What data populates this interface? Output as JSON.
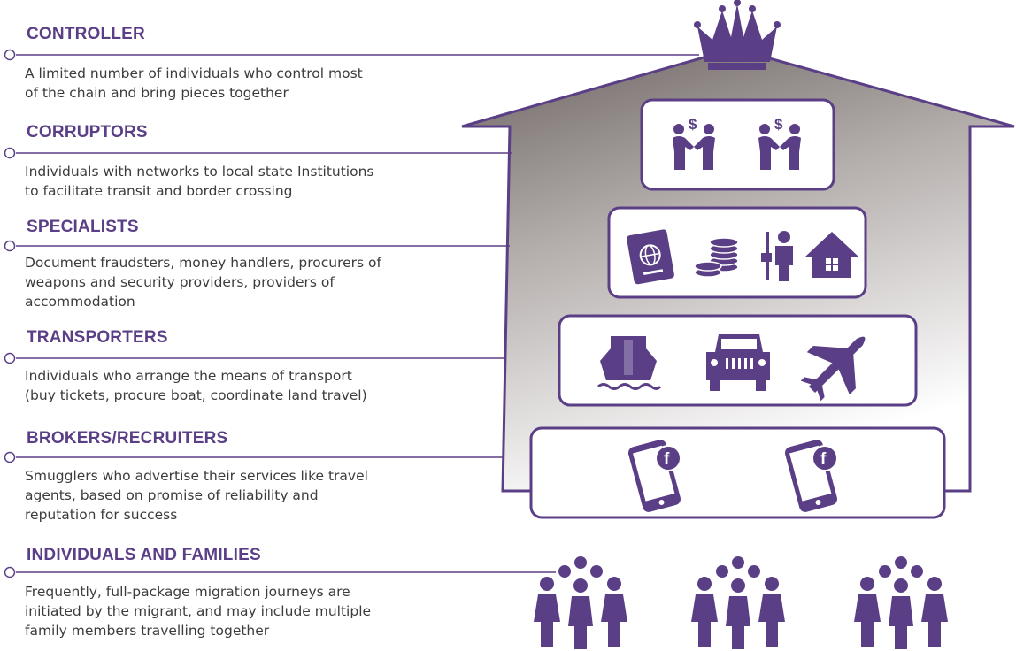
{
  "colors": {
    "purple": "#5b3f86",
    "text": "#3c3c3c",
    "house_gradient_top": "#6c6462",
    "house_gradient_bottom": "#ffffff"
  },
  "tiers": [
    {
      "title": "CONTROLLER",
      "description": [
        "A limited number of individuals who control most",
        "of the chain and bring pieces together"
      ],
      "icons": [
        "crown-icon"
      ]
    },
    {
      "title": "CORRUPTORS",
      "description": [
        "Individuals with networks to local state Institutions",
        "to facilitate transit and border crossing"
      ],
      "icons": [
        "bribe-handshake-icon",
        "bribe-handshake-icon"
      ]
    },
    {
      "title": "SPECIALISTS",
      "description": [
        "Document fraudsters, money handlers, procurers of",
        "weapons and security providers, providers of",
        "accommodation"
      ],
      "icons": [
        "passport-icon",
        "coins-icon",
        "armed-guard-icon",
        "house-icon"
      ]
    },
    {
      "title": "TRANSPORTERS",
      "description": [
        "Individuals who arrange the means of transport",
        "(buy tickets, procure boat, coordinate land travel)"
      ],
      "icons": [
        "boat-icon",
        "jeep-icon",
        "airplane-icon"
      ]
    },
    {
      "title": "BROKERS/RECRUITERS",
      "description": [
        "Smugglers who advertise their services like travel",
        "agents, based on promise of reliability and",
        "reputation for success"
      ],
      "icons": [
        "phone-facebook-icon",
        "phone-facebook-icon"
      ]
    },
    {
      "title": "INDIVIDUALS AND FAMILIES",
      "description": [
        "Frequently, full-package migration journeys are",
        "initiated by the migrant, and may include multiple",
        "family members travelling together"
      ],
      "icons": [
        "family-group-icon",
        "family-group-icon",
        "family-group-icon"
      ]
    }
  ],
  "icon_glyphs": {
    "bribe_symbol": "$",
    "facebook_symbol": "f"
  }
}
